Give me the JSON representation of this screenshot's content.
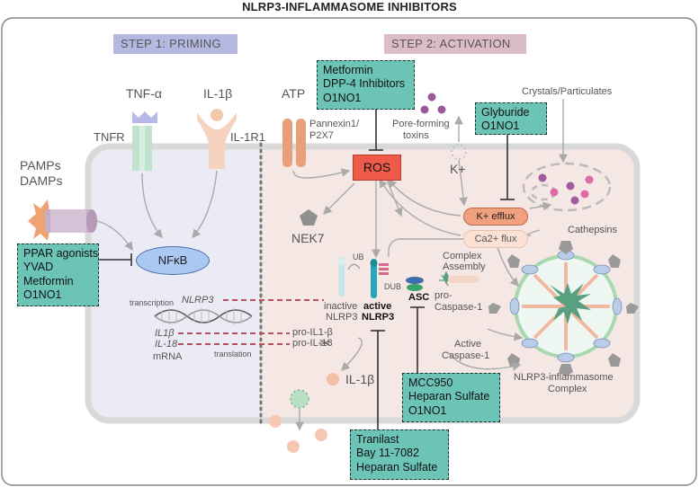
{
  "title": "NLRP3-INFLAMMASOME INHIBITORS",
  "steps": {
    "priming": "STEP 1: PRIMING",
    "activation": "STEP 2: ACTIVATION"
  },
  "colors": {
    "priming_header": "#b5b9e2",
    "activation_header": "#dcbcc8",
    "inhibitor_box": "#6cc4b7",
    "ros": "#f05a4a",
    "nfkb": "#a9c8f2",
    "k_efflux": "#f1a07e",
    "cell_left": "#ebebf5",
    "cell_right": "#f5e7e3"
  },
  "labels": {
    "tnfa": "TNF-α",
    "il1b_top": "IL-1β",
    "tnfr": "TNFR",
    "il1r1": "IL-1R1",
    "pamps": "PAMPs",
    "damps": "DAMPs",
    "nfkb": "NFκB",
    "transcription": "transcription",
    "nlrp3_gene": "NLRP3",
    "il1b_mrna": "IL1β",
    "il18_mrna": "IL-18",
    "mrna": "mRNA",
    "translation": "translation",
    "atp": "ATP",
    "pannexin": "Pannexin1/",
    "p2x7": "P2X7",
    "pore_forming": "Pore-forming",
    "toxins": "toxins",
    "crystals": "Crystals/Particulates",
    "kplus": "K+",
    "ros": "ROS",
    "k_efflux": "K+ efflux",
    "ca_flux": "Ca2+ flux",
    "nek7": "NEK7",
    "cathepsins": "Cathepsins",
    "ub": "UB",
    "dub": "DUB",
    "complex_assembly_1": "Complex",
    "complex_assembly_2": "Assembly",
    "inactive_1": "inactive",
    "inactive_2": "NLRP3",
    "active_1": "active",
    "active_2": "NLRP3",
    "asc": "ASC",
    "procasp_1": "pro-",
    "procasp_2": "Caspase-1",
    "pro_il1b": "pro-IL1-β",
    "pro_il18": "pro-IL-18",
    "active_casp_1": "Active",
    "active_casp_2": "Caspase-1",
    "il1b_released": "IL-1β",
    "inflammasome_1": "NLRP3-inflammasome",
    "inflammasome_2": "Complex"
  },
  "inhibitors": {
    "ros": [
      "Metformin",
      "DPP-4 Inhibitors",
      "O1NO1"
    ],
    "k_efflux": [
      "Glyburide",
      "O1NO1"
    ],
    "nfkb": [
      "PPAR agonists",
      "YVAD",
      "Metformin",
      "O1NO1"
    ],
    "asc": [
      "MCC950",
      "Heparan Sulfate",
      "O1NO1"
    ],
    "active_nlrp3": [
      "Tranilast",
      "Bay 11-7082",
      "Heparan Sulfate"
    ]
  }
}
